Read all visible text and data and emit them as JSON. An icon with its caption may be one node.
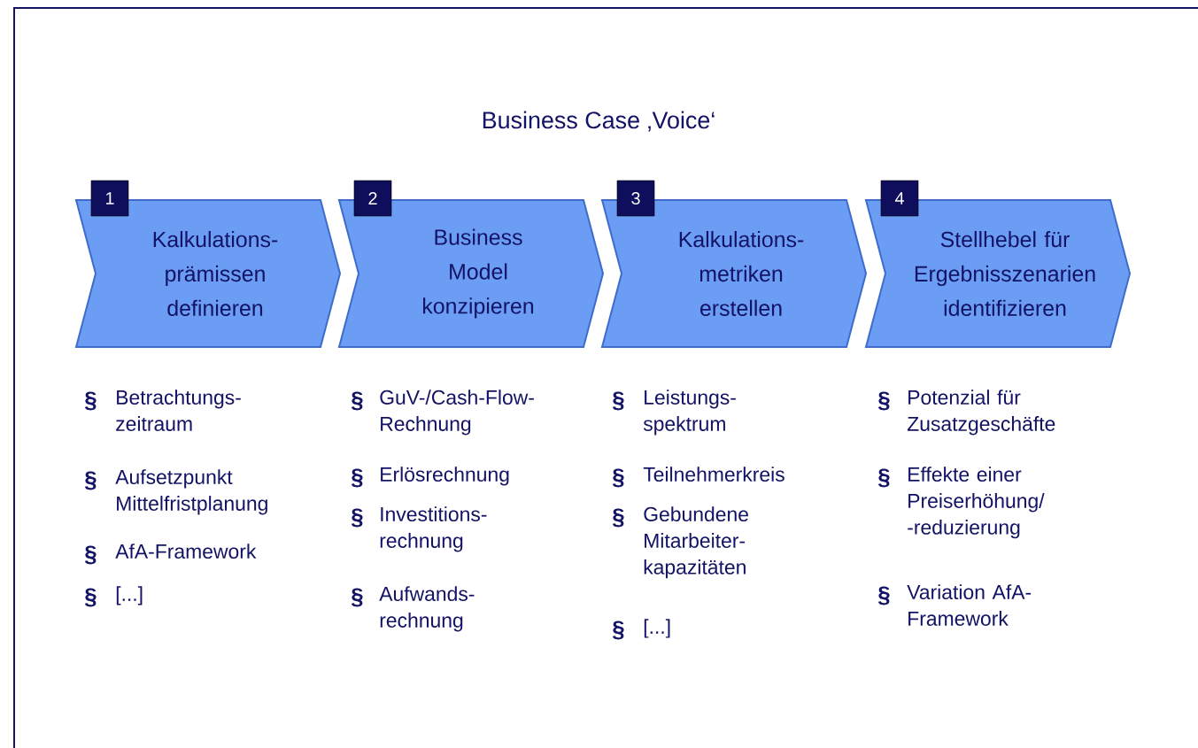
{
  "diagram": {
    "title": "Business Case ‚Voice‘",
    "nodes": [
      {
        "text": [
          "1"
        ]
      },
      {
        "text": [
          "Kalkulations- prämissen definieren"
        ]
      },
      {
        "text": [
          "2"
        ]
      },
      {
        "text": [
          "Business Model konzipieren"
        ]
      },
      {
        "text": [
          "3"
        ]
      },
      {
        "text": [
          "Kalkulations- metriken erstellen"
        ]
      },
      {
        "text": [
          "4"
        ]
      },
      {
        "text": [
          "Stellhebel für Ergebnisszenarien identifizieren"
        ]
      }
    ],
    "labels": [
      "§",
      "Betrachtungs- zeitraum",
      "§",
      "Aufsetzpunkt Mittelfristplanung",
      "§",
      "AfA-Framework",
      "§",
      "[...]",
      "§",
      "GuV-/Cash-Flow- Rechnung",
      "§",
      "Erlösrechnung",
      "§",
      "Investitions- rechnung",
      "§",
      "Aufwands- rechnung",
      "§",
      "Leistungs- spektrum",
      "§",
      "Teilnehmerkreis",
      "§",
      "Gebundene Mitarbeiter- kapazitäten",
      "§",
      "[...]",
      "§",
      "Potenzial für Zusatzgeschäfte",
      "§",
      "Effekte einer Preiserhöhung/ -reduzierung",
      "§",
      "Variation AfA- Framework"
    ]
  }
}
